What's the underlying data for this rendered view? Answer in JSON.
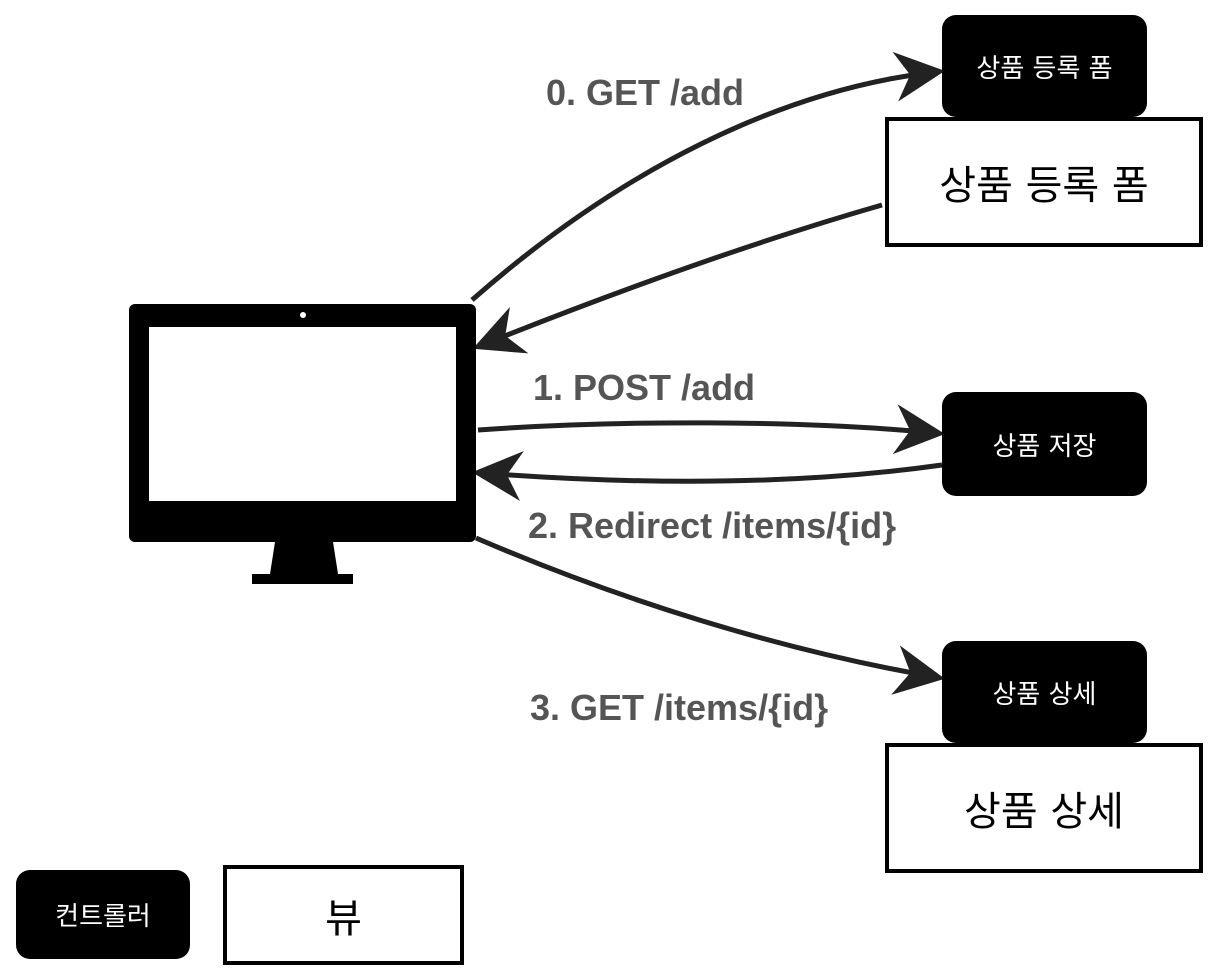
{
  "steps": [
    {
      "label": "0. GET /add"
    },
    {
      "label": "1. POST /add"
    },
    {
      "label": "2. Redirect /items/{id}"
    },
    {
      "label": "3. GET /items/{id}"
    }
  ],
  "controllers": {
    "register_form": "상품 등록 폼",
    "save": "상품 저장",
    "detail": "상품 상세"
  },
  "views": {
    "register_form": "상품 등록 폼",
    "detail": "상품 상세"
  },
  "legend": {
    "controller": "컨트롤러",
    "view": "뷰"
  },
  "colors": {
    "label": "#555555",
    "box": "#000000"
  }
}
